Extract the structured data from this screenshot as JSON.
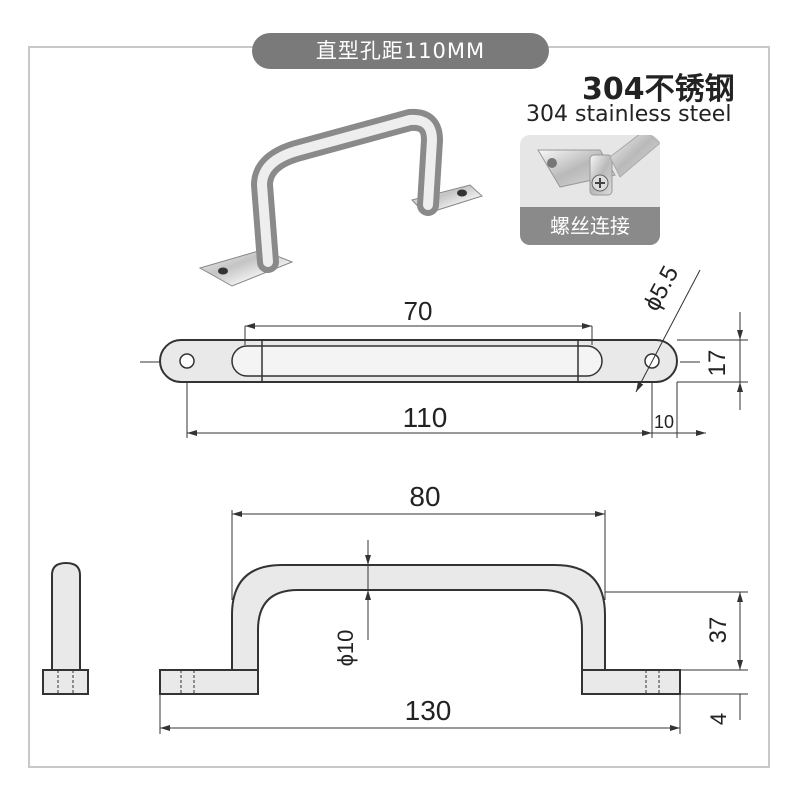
{
  "title": "直型孔距110MM",
  "material": {
    "cn": "304不锈钢",
    "en": "304 stainless steel"
  },
  "inset": {
    "caption": "螺丝连接"
  },
  "top_view": {
    "dim_inner": "70",
    "dim_total": "110",
    "dim_hole": "ϕ5.5",
    "dim_width": "17",
    "dim_end": "10"
  },
  "side_view": {
    "dim_inner": "80",
    "dim_total": "130",
    "dim_height": "37",
    "dim_base": "4",
    "dim_rod": "ϕ10"
  },
  "colors": {
    "line": "#333333",
    "fill": "#e9e9e9",
    "pill": "#7a7a7a"
  }
}
